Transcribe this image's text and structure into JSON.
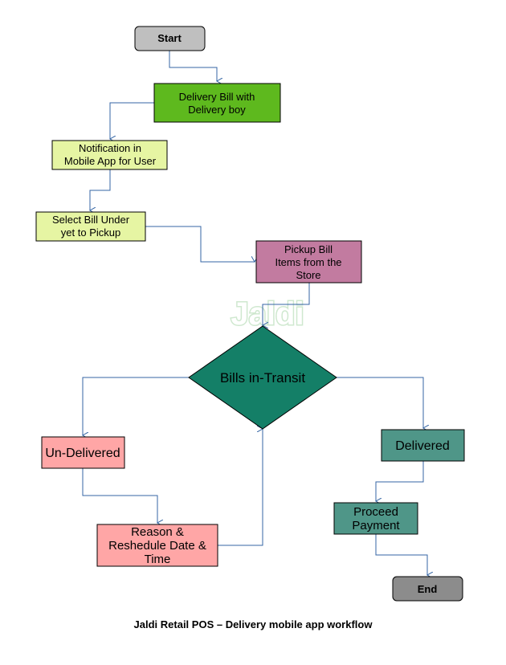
{
  "nodes": {
    "start": {
      "lines": [
        "Start"
      ],
      "fill": "#bfbfbf"
    },
    "delivery_bill": {
      "lines": [
        "Delivery Bill with",
        "Delivery boy"
      ],
      "fill": "#5eb91e"
    },
    "notification": {
      "lines": [
        "Notification in",
        "Mobile App for User"
      ],
      "fill": "#e6f5a3"
    },
    "select_bill": {
      "lines": [
        "Select Bill Under",
        "yet to Pickup"
      ],
      "fill": "#e6f5a3"
    },
    "pickup": {
      "lines": [
        "Pickup Bill",
        "Items from the",
        "Store"
      ],
      "fill": "#c27ba0"
    },
    "transit": {
      "lines": [
        "Bills in-Transit"
      ],
      "fill": "#147f67"
    },
    "undelivered": {
      "lines": [
        "Un-Delivered"
      ],
      "fill": "#ffa6a6"
    },
    "reason": {
      "lines": [
        "Reason &",
        "Reshedule Date &",
        "Time"
      ],
      "fill": "#ffa6a6"
    },
    "delivered": {
      "lines": [
        "Delivered"
      ],
      "fill": "#4f9688"
    },
    "payment": {
      "lines": [
        "Proceed",
        "Payment"
      ],
      "fill": "#4f9688"
    },
    "end": {
      "lines": [
        "End"
      ],
      "fill": "#8c8c8c"
    }
  },
  "watermark": "Jaldi",
  "caption": "Jaldi Retail POS – Delivery mobile app workflow",
  "connector_color": "#3465a4"
}
